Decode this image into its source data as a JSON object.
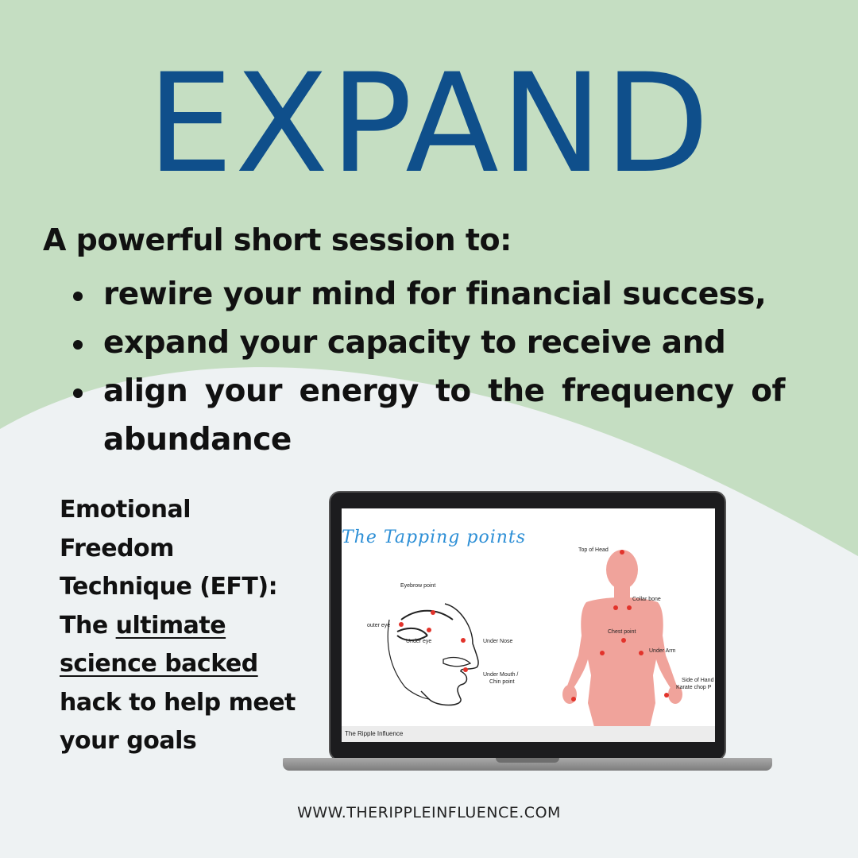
{
  "colors": {
    "background_green": "#c5dec2",
    "background_light": "#eef2f3",
    "title_blue": "#0f4f8b",
    "tap_point_red": "#e2332b",
    "body_pink": "#f0a39b"
  },
  "title": "EXPAND",
  "intro": "A powerful short session to:",
  "bullets": [
    {
      "text": "rewire your mind for financial success,"
    },
    {
      "text": "expand your capacity to receive and"
    },
    {
      "text": "align your energy to the frequency of abundance"
    }
  ],
  "eft": {
    "line1": "Emotional",
    "line2": "Freedom",
    "line3": "Technique (EFT):",
    "the": "The ",
    "ultimate": "ultimate",
    "science_backed": "science backed",
    "line6": "hack to help meet",
    "line7": "your goals"
  },
  "laptop_screen": {
    "slide_title": "The Tapping points",
    "footer": "The Ripple Influence",
    "labels": {
      "eyebrow": "Eyebrow point",
      "outer_eye": "outer eye",
      "under_eye": "Under eye",
      "under_nose": "Under Nose",
      "under_mouth_1": "Under Mouth /",
      "under_mouth_2": "Chin point",
      "top_of_head": "Top of Head",
      "collar_bone": "Collar bone",
      "chest_point": "Chest point",
      "under_arm": "Under Arm",
      "side_of_hand_1": "Side of Hand",
      "side_of_hand_2": "Karate chop P"
    }
  },
  "website": "WWW.THERIPPLEINFLUENCE.COM"
}
